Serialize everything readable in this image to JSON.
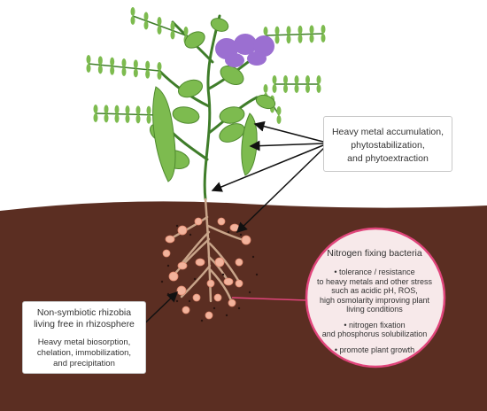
{
  "colors": {
    "soil": "#5b2e22",
    "leaf": "#7dbb4f",
    "leaf_dark": "#4f8a2e",
    "stem": "#3f7d2a",
    "flower": "#9b6fd1",
    "nodule": "#f2b39c",
    "root": "#c9a58a",
    "circle_fill": "#f7e9ea",
    "circle_border": "#e0457b",
    "arrow": "#111111"
  },
  "icons": [
    "pea-plant",
    "flower",
    "pea-pod",
    "root-nodule",
    "arrow"
  ],
  "labels": {
    "heavy_metal": {
      "lines": [
        "Heavy metal accumulation,",
        "phytostabilization,",
        "and phytoextraction"
      ]
    },
    "nonsymbiotic": {
      "title_lines": [
        "Non-symbiotic rhizobia",
        "living free in rhizosphere"
      ],
      "body_lines": [
        "Heavy metal biosorption,",
        "chelation, immobilization,",
        "and precipitation"
      ]
    },
    "nitrogen_fixing": {
      "title": "Nitrogen fixing bacteria",
      "bullets": [
        {
          "lines": [
            "• tolerance / resistance",
            "to heavy metals and other stress",
            "such as acidic pH, ROS,",
            "high osmolarity improving plant",
            "living conditions"
          ]
        },
        {
          "lines": [
            "• nitrogen fixation",
            "and phosphorus solubilization"
          ]
        },
        {
          "lines": [
            "• promote plant growth"
          ]
        }
      ]
    }
  }
}
